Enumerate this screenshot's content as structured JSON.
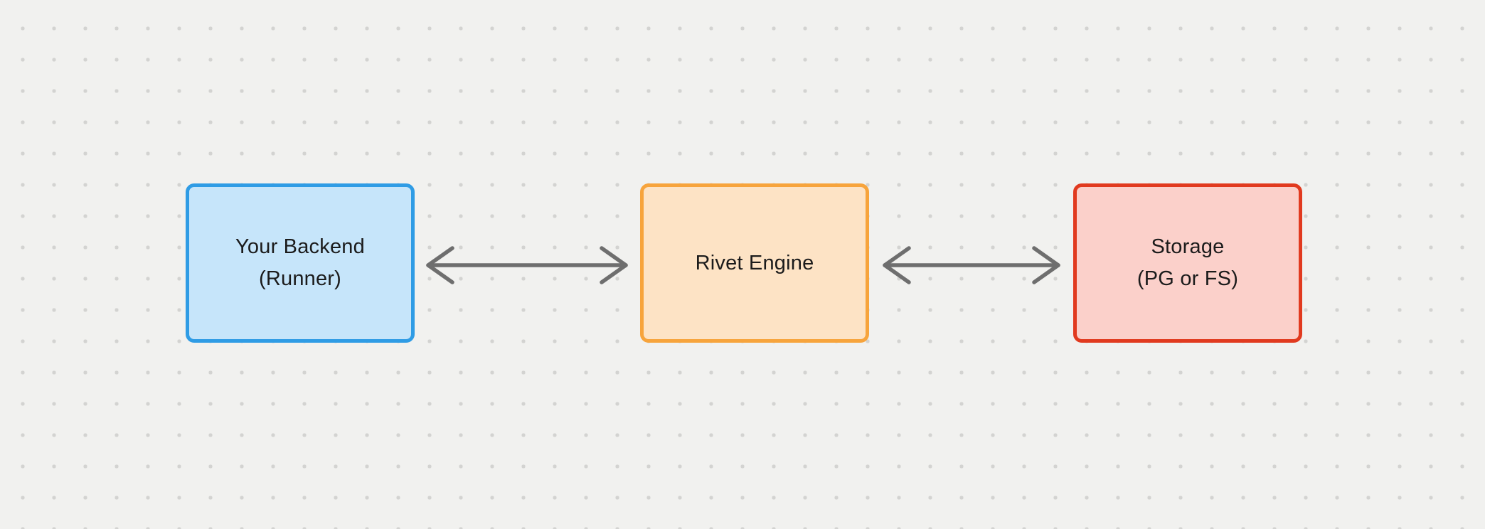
{
  "diagram": {
    "background_color": "#f1f1ef",
    "dot_grid_color": "#d3d3d1",
    "text_color": "#1b1b1b",
    "arrow_color": "#6e6e6e",
    "nodes": [
      {
        "id": "backend",
        "label_line1": "Your Backend",
        "label_line2": "(Runner)",
        "fill": "#c6e5fa",
        "border": "#2f9ce5"
      },
      {
        "id": "engine",
        "label_line1": "Rivet Engine",
        "fill": "#fde3c5",
        "border": "#f7a43c"
      },
      {
        "id": "storage",
        "label_line1": "Storage",
        "label_line2": "(PG or FS)",
        "fill": "#fbd0ca",
        "border": "#e13a1f"
      }
    ],
    "connectors": [
      {
        "from": "backend",
        "to": "engine",
        "type": "bidirectional"
      },
      {
        "from": "engine",
        "to": "storage",
        "type": "bidirectional"
      }
    ]
  }
}
